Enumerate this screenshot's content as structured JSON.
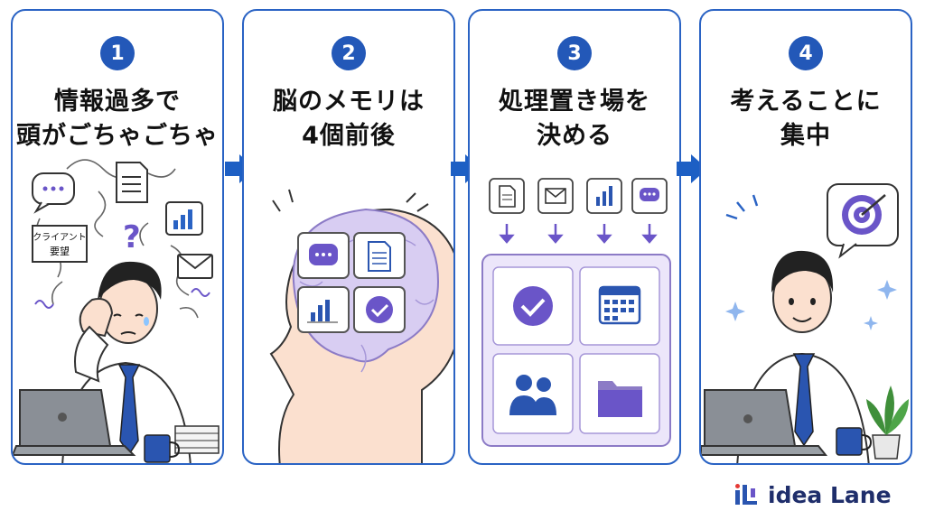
{
  "steps": [
    {
      "number": "1",
      "title_line1": "情報過多で",
      "title_line2": "頭がごちゃごちゃ"
    },
    {
      "number": "2",
      "title_line1": "脳のメモリは",
      "title_line2": "4個前後"
    },
    {
      "number": "3",
      "title_line1": "処理置き場を",
      "title_line2": "決める"
    },
    {
      "number": "4",
      "title_line1": "考えることに",
      "title_line2": "集中"
    }
  ],
  "panel1": {
    "sticky_note_line1": "クライアント",
    "sticky_note_line2": "要望"
  },
  "logo": {
    "text": "idea Lane"
  },
  "colors": {
    "border": "#2a63c4",
    "badge": "#2358b8",
    "accent": "#6a55c8",
    "brain": "#d8cdf2",
    "skin": "#fbe0cf"
  }
}
